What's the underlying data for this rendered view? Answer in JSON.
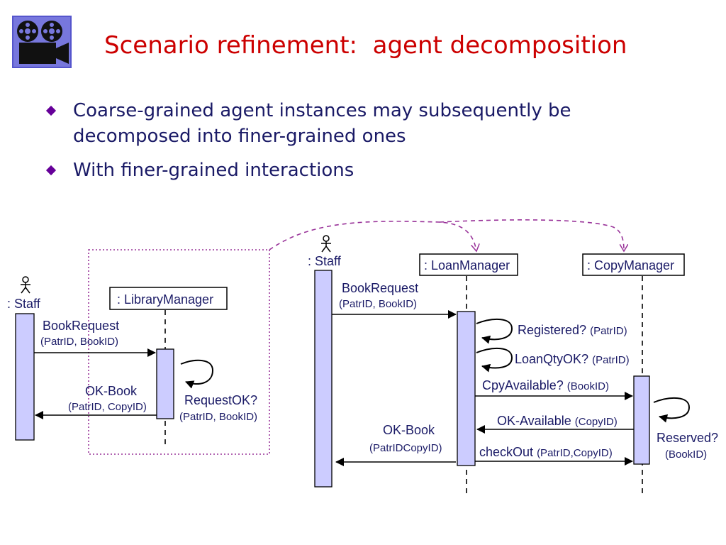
{
  "title": "Scenario refinement:  agent decomposition",
  "bullets": [
    "Coarse-grained agent instances may subsequently be decomposed into finer-grained ones",
    "With finer-grained interactions"
  ],
  "logo_icon": "film-camera-icon",
  "colors": {
    "title": "#cc0000",
    "text": "#1a1a66",
    "bullet": "#660099",
    "activation": "#ccccff",
    "zoom": "#993399"
  },
  "left_diagram": {
    "actor": ": Staff",
    "agent": ": LibraryManager",
    "msg_request": "BookRequest",
    "msg_request_params": "(PatrID, BookID)",
    "self_check": "RequestOK?",
    "self_check_params": "(PatrID, BookID)",
    "msg_reply": "OK-Book",
    "msg_reply_params": "(PatrID, CopyID)"
  },
  "right_diagram": {
    "actor": ": Staff",
    "agent_loan": ": LoanManager",
    "agent_copy": ": CopyManager",
    "msg_request": "BookRequest",
    "msg_request_params": "(PatrID, BookID)",
    "registered": "Registered?",
    "registered_params": "(PatrID)",
    "loanqty": "LoanQtyOK?",
    "loanqty_params": "(PatrID)",
    "cpyavail": "CpyAvailable?",
    "cpyavail_params": "(BookID)",
    "okavail": "OK-Available",
    "okavail_params": "(CopyID)",
    "reserved": "Reserved?",
    "reserved_params": "(BookID)",
    "checkout": "checkOut",
    "checkout_params": "(PatrID,CopyID)",
    "okbook": "OK-Book",
    "okbook_params": "(PatrIDCopyID)"
  }
}
